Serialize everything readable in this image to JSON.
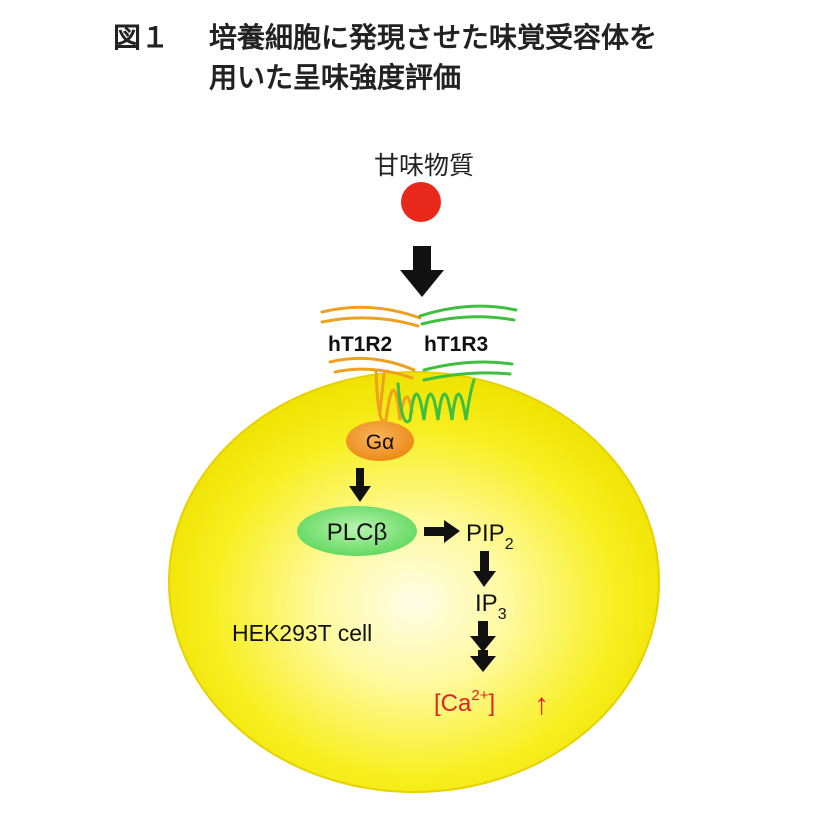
{
  "figure": {
    "label": "図１",
    "title_line1": "培養細胞に発現させた味覚受容体を",
    "title_line2": "用いた呈味強度評価"
  },
  "nodes": {
    "sweetener": "甘味物質",
    "receptor_a": "hT1R2",
    "receptor_b": "hT1R3",
    "g_alpha": "Gα",
    "plc_beta": "PLCβ",
    "pip2_main": "PIP",
    "pip2_sub": "2",
    "ip3_main": "IP",
    "ip3_sub": "3",
    "cell": "HEK293T cell",
    "ca_open": "[Ca",
    "ca_sup": "2+",
    "ca_close": "]",
    "ca_arrow": "↑"
  },
  "colors": {
    "cell_center": "#fffde0",
    "cell_edge": "#f2e800",
    "cell_outline": "#e8d600",
    "sweetener": "#e8281a",
    "hT1R2": "#f0a020",
    "hT1R3": "#3fbf3f",
    "g_alpha": "#f0901e",
    "plc_beta": "#7ee07a",
    "calcium": "#e32222",
    "arrow": "#111111"
  }
}
